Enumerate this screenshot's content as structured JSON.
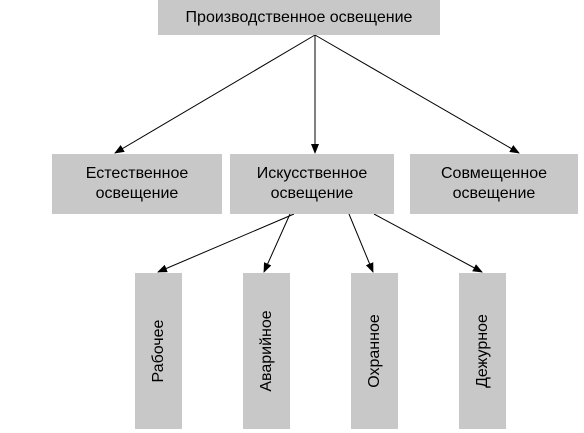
{
  "diagram": {
    "root": "Производственное освещение",
    "level1": [
      {
        "line1": "Естественное",
        "line2": "освещение"
      },
      {
        "line1": "Искусственное",
        "line2": "освещение"
      },
      {
        "line1": "Совмещенное",
        "line2": "освещение"
      }
    ],
    "level2": [
      "Рабочее",
      "Аварийное",
      "Охранное",
      "Дежурное"
    ]
  },
  "colors": {
    "box_fill": "#c8c8c8",
    "arrow": "#000000",
    "text": "#000000",
    "background": "#ffffff"
  }
}
